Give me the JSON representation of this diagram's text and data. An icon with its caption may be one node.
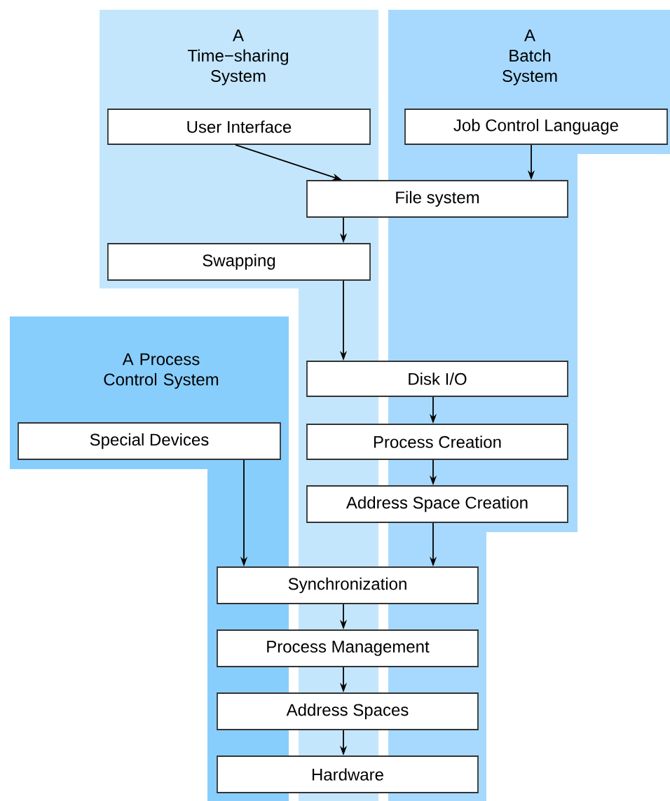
{
  "diagram": {
    "nodes": [
      {
        "text": [
          "A Time−sharing System"
        ]
      },
      {
        "text": [
          "A Batch System"
        ]
      },
      {
        "text": [
          "A Process Control System"
        ]
      },
      {
        "text": [
          "User Interface"
        ],
        "in": 0
      },
      {
        "text": [
          "Job Control Language"
        ],
        "in": 1
      },
      {
        "text": [
          "File system"
        ]
      },
      {
        "text": [
          "Swapping"
        ],
        "in": 0
      },
      {
        "text": [
          "Disk I/O"
        ]
      },
      {
        "text": [
          "Process Creation"
        ]
      },
      {
        "text": [
          "Address Space Creation"
        ]
      },
      {
        "text": [
          "Special Devices"
        ],
        "in": 2
      },
      {
        "text": [
          "Synchronization"
        ]
      },
      {
        "text": [
          "Process Management"
        ]
      },
      {
        "text": [
          "Address Spaces"
        ]
      },
      {
        "text": [
          "Hardware"
        ]
      }
    ],
    "edges": [
      {
        "from": 3,
        "to": 5,
        "arrow": "to"
      },
      {
        "from": 4,
        "to": 5,
        "arrow": "to"
      },
      {
        "from": 5,
        "to": 6,
        "arrow": "to"
      },
      {
        "from": 6,
        "to": 7,
        "arrow": "to"
      },
      {
        "from": 7,
        "to": 8,
        "arrow": "to"
      },
      {
        "from": 8,
        "to": 9,
        "arrow": "to"
      },
      {
        "from": 9,
        "to": 11,
        "arrow": "to"
      },
      {
        "from": 10,
        "to": 11,
        "arrow": "to"
      },
      {
        "from": 11,
        "to": 12,
        "arrow": "to"
      },
      {
        "from": 12,
        "to": 13,
        "arrow": "to"
      },
      {
        "from": 13,
        "to": 14,
        "arrow": "to"
      }
    ]
  }
}
